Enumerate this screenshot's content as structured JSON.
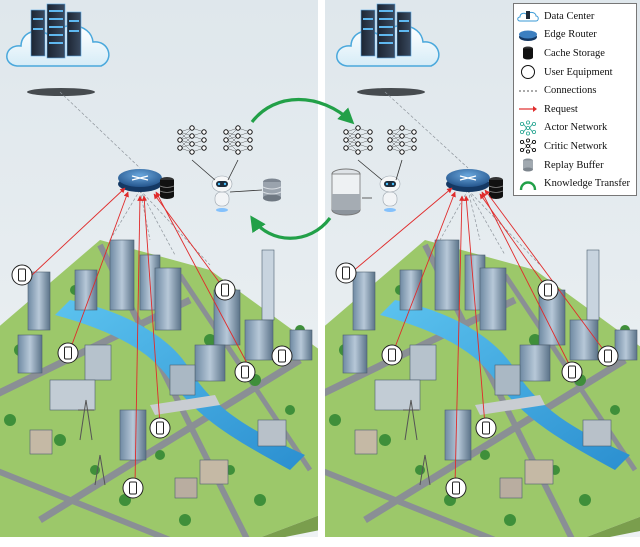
{
  "legend": {
    "items": [
      {
        "icon": "data-center-icon",
        "label": "Data Center"
      },
      {
        "icon": "edge-router-icon",
        "label": "Edge Router"
      },
      {
        "icon": "cache-storage-icon",
        "label": "Cache Storage"
      },
      {
        "icon": "user-equipment-icon",
        "label": "User Equipment"
      },
      {
        "icon": "connections-icon",
        "label": "Connections"
      },
      {
        "icon": "request-icon",
        "label": "Request"
      },
      {
        "icon": "actor-network-icon",
        "label": "Actor Network"
      },
      {
        "icon": "critic-network-icon",
        "label": "Critic Network"
      },
      {
        "icon": "replay-buffer-icon",
        "label": "Replay Buffer"
      },
      {
        "icon": "knowledge-transfer-icon",
        "label": "Knowledge Transfer"
      }
    ]
  },
  "colors": {
    "sky": "#e3ebef",
    "grass": "#8fbf5a",
    "water": "#38a9e3",
    "request": "#e02b2b",
    "transfer": "#22a048",
    "router": "#2f6fb0",
    "actor": "#27a591",
    "critic": "#2a2a2a"
  }
}
